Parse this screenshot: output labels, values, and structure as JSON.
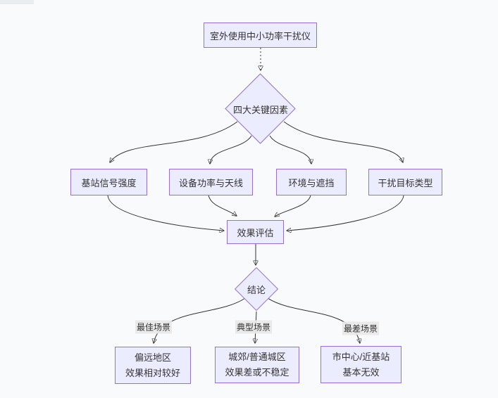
{
  "diagram": {
    "type": "flowchart",
    "background_color": "#f8fafc",
    "node_fill_color": "#ECECFF",
    "node_border_color": "#9370DB",
    "edge_color": "#333333",
    "edge_label_bg_color": "#e8e8e8",
    "text_color": "#333333",
    "nodes": {
      "start": {
        "shape": "rect",
        "label": "室外使用中小功率干扰仪"
      },
      "factors": {
        "shape": "diamond",
        "label": "四大关键因素"
      },
      "signal": {
        "shape": "rect",
        "label": "基站信号强度"
      },
      "power": {
        "shape": "rect",
        "label": "设备功率与天线"
      },
      "env": {
        "shape": "rect",
        "label": "环境与遮挡"
      },
      "target": {
        "shape": "rect",
        "label": "干扰目标类型"
      },
      "eval": {
        "shape": "rect",
        "label": "效果评估"
      },
      "conclusion": {
        "shape": "diamond",
        "label": "结论"
      },
      "best": {
        "shape": "rect",
        "line1": "偏远地区",
        "line2": "效果相对较好"
      },
      "typical": {
        "shape": "rect",
        "line1": "城郊/普通城区",
        "line2": "效果差或不稳定"
      },
      "worst": {
        "shape": "rect",
        "line1": "市中心/近基站",
        "line2": "基本无效"
      }
    },
    "edge_labels": {
      "best": "最佳场景",
      "typical": "典型场景",
      "worst": "最差场景"
    },
    "edges": [
      {
        "from": "start",
        "to": "factors",
        "style": "dotted",
        "label": ""
      },
      {
        "from": "factors",
        "to": "signal",
        "style": "solid",
        "label": ""
      },
      {
        "from": "factors",
        "to": "power",
        "style": "solid",
        "label": ""
      },
      {
        "from": "factors",
        "to": "env",
        "style": "solid",
        "label": ""
      },
      {
        "from": "factors",
        "to": "target",
        "style": "solid",
        "label": ""
      },
      {
        "from": "signal",
        "to": "eval",
        "style": "solid",
        "label": ""
      },
      {
        "from": "power",
        "to": "eval",
        "style": "solid",
        "label": ""
      },
      {
        "from": "env",
        "to": "eval",
        "style": "solid",
        "label": ""
      },
      {
        "from": "target",
        "to": "eval",
        "style": "solid",
        "label": ""
      },
      {
        "from": "eval",
        "to": "conclusion",
        "style": "solid",
        "label": ""
      },
      {
        "from": "conclusion",
        "to": "best",
        "style": "solid",
        "label": "最佳场景"
      },
      {
        "from": "conclusion",
        "to": "typical",
        "style": "solid",
        "label": "典型场景"
      },
      {
        "from": "conclusion",
        "to": "worst",
        "style": "solid",
        "label": "最差场景"
      }
    ]
  }
}
